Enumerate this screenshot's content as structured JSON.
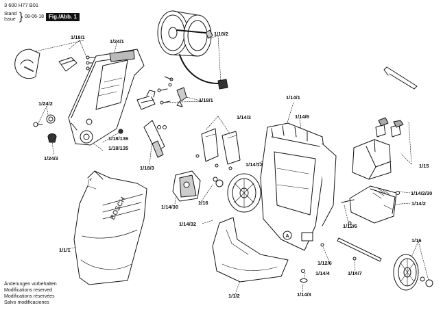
{
  "header": {
    "code": "3 600 H77 B01",
    "stand_label": "Stand",
    "issue_label": "Issue",
    "date": "08-06-18",
    "figure": "Fig./Abb. 1"
  },
  "notes": [
    "Änderungen vorbehalten",
    "Modifications reserved",
    "Modifications réservées",
    "Salvo modificaciones"
  ],
  "circle_marker": "A",
  "housing_brand": "BOSCH",
  "labels": {
    "l_1_18_1_top": "1/18/1",
    "l_1_24_1": "1/24/1",
    "l_1_18_2": "1/18/2",
    "l_1_18_1_mid": "1/18/1",
    "l_1_24_2": "1/24/2",
    "l_1_18_136": "1/18/136",
    "l_1_18_135": "1/18/135",
    "l_1_24_3": "1/24/3",
    "l_1_18_3": "1/18/3",
    "l_1_14_3": "1/14/3",
    "l_1_14_1": "1/14/1",
    "l_1_14_6": "1/14/6",
    "l_1_14_12": "1/14/12",
    "l_1_15": "1/15",
    "l_1_14_30": "1/14/30",
    "l_1_16_left": "1/16",
    "l_1_14_2_30": "1/14/2/30",
    "l_1_14_2": "1/14/2",
    "l_1_12_6_a": "1/12/6",
    "l_1_14_32": "1/14/32",
    "l_1_1_1": "1/1/1",
    "l_1_16_right": "1/16",
    "l_1_12_6_b": "1/12/6",
    "l_1_14_4": "1/14/4",
    "l_1_14_7": "1/14/7",
    "l_1_1_2": "1/1/2",
    "l_1_14_3_bottom": "1/14/3"
  }
}
